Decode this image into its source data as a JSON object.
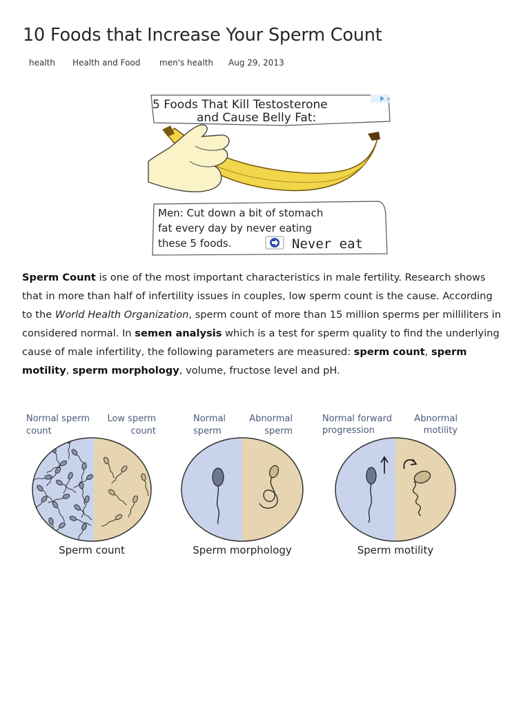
{
  "article": {
    "title": "10 Foods that Increase Your Sperm Count",
    "tags": [
      "health",
      "Health and Food",
      "men's health"
    ],
    "date": "Aug 29, 2013"
  },
  "ad": {
    "headline_line1": "5 Foods That Kill Testosterone",
    "headline_line2": "and Cause Belly Fat:",
    "body_line1": "Men: Cut down a bit of stomach",
    "body_line2": "fat every day by never eating",
    "body_line3": "these 5 foods.",
    "cta_text": "Never eat",
    "adchoices_icon": "adchoices-icon",
    "fruit": "banana"
  },
  "body": {
    "p1_bold": "Sperm Count",
    "p1_text1": " is one of the most important characteristics in male fertility. Research shows that in more than half of  infertility issues in couples, low sperm count is the cause. According to the ",
    "p1_italic": "World Health Organization",
    "p1_text2": ", sperm count of more than 15 million sperms per milliliters in considered normal. In ",
    "p1_bold2": "semen analysis",
    "p1_text3": " which is a test for sperm quality to find the underlying cause of male infertility, the following parameters are measured: ",
    "p1_bold3": "sperm count",
    "p1_sep1": ", ",
    "p1_bold4": "sperm motility",
    "p1_sep2": ", ",
    "p1_bold5": "sperm morphology",
    "p1_text4": ", volume, fructose level and pH."
  },
  "diagram": {
    "panels": [
      {
        "left_label_1": "Normal sperm",
        "left_label_2": "count",
        "right_label_1": "Low sperm",
        "right_label_2": "count",
        "caption": "Sperm count"
      },
      {
        "left_label_1": "Normal",
        "left_label_2": "sperm",
        "right_label_1": "Abnormal",
        "right_label_2": "sperm",
        "caption": "Sperm morphology"
      },
      {
        "left_label_1": "Normal forward",
        "left_label_2": "progression",
        "right_label_1": "Abnormal",
        "right_label_2": "motility",
        "caption": "Sperm motility"
      }
    ],
    "colors": {
      "normal": "#c9d4ec",
      "abnormal": "#e6d5b0",
      "label": "#4a5a7a",
      "outline": "#333333"
    }
  }
}
